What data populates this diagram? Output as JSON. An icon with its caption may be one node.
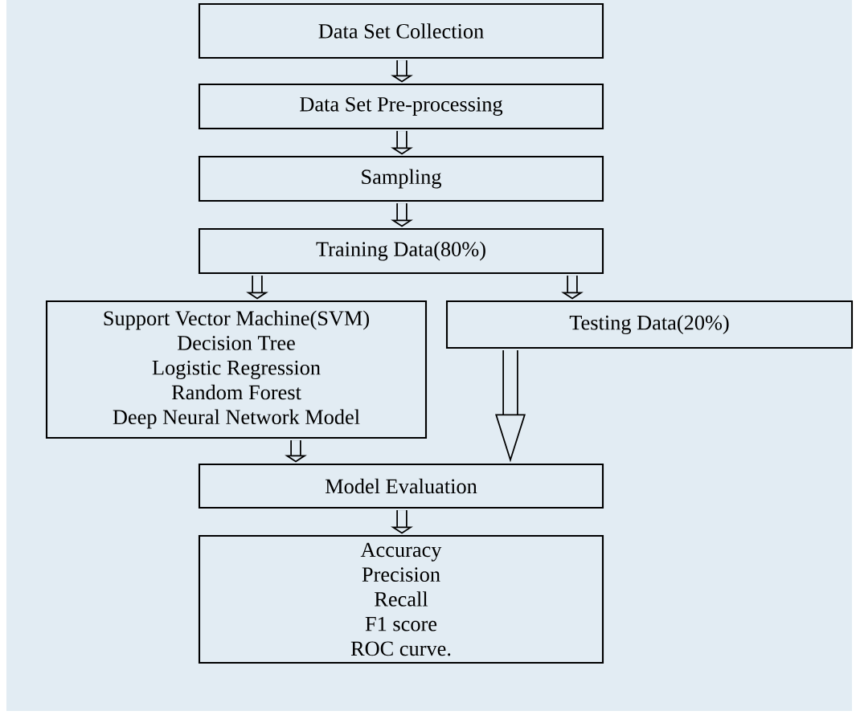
{
  "diagram": {
    "nodes": [
      {
        "text": [
          "Data Set Collection"
        ]
      },
      {
        "text": [
          "Data Set Pre-processing"
        ]
      },
      {
        "text": [
          "Sampling"
        ]
      },
      {
        "text": [
          "Training Data(80%)"
        ]
      },
      {
        "text": [
          "Support Vector Machine(SVM)",
          "Decision Tree",
          "Logistic Regression",
          "Random Forest",
          "Deep Neural Network Model"
        ]
      },
      {
        "text": [
          "Testing Data(20%)"
        ]
      },
      {
        "text": [
          "Model Evaluation"
        ]
      },
      {
        "text": [
          "Accuracy",
          "Precision",
          "Recall",
          "F1 score",
          "ROC curve."
        ]
      }
    ],
    "edges": [
      {
        "from": 0,
        "to": 1,
        "arrow": "to"
      },
      {
        "from": 1,
        "to": 2,
        "arrow": "to"
      },
      {
        "from": 2,
        "to": 3,
        "arrow": "to"
      },
      {
        "from": 3,
        "to": 4,
        "arrow": "to"
      },
      {
        "from": 3,
        "to": 5,
        "arrow": "to"
      },
      {
        "from": 4,
        "to": 6,
        "arrow": "to"
      },
      {
        "from": 5,
        "to": 6,
        "arrow": "to"
      },
      {
        "from": 6,
        "to": 7,
        "arrow": "to"
      }
    ]
  }
}
